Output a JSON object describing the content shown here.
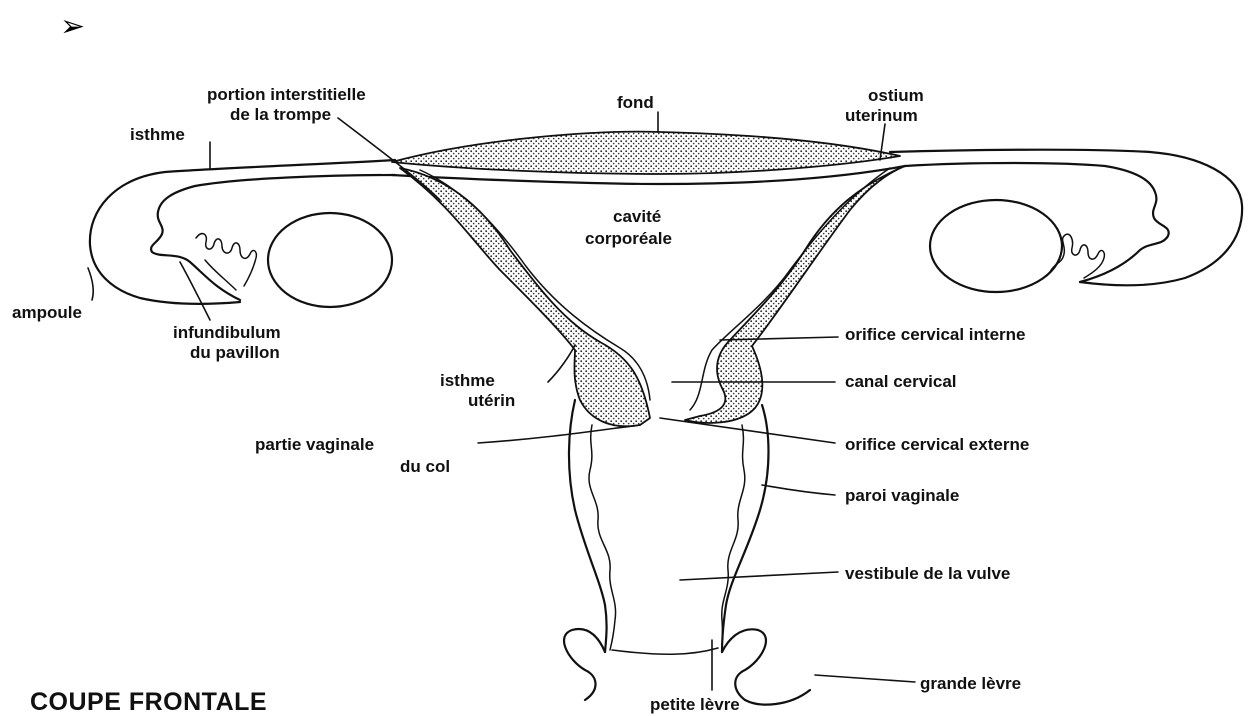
{
  "bullet": "➢",
  "title": "COUPE FRONTALE",
  "labels": {
    "portion_l1": "portion interstitielle",
    "portion_l2": "de la trompe",
    "fond": "fond",
    "ostium_l1": "ostium",
    "ostium_l2": "uterinum",
    "isthme": "isthme",
    "cavite_l1": "cavité",
    "cavite_l2": "corporéale",
    "ampoule": "ampoule",
    "infund_l1": "infundibulum",
    "infund_l2": "du pavillon",
    "orifice_interne": "orifice cervical interne",
    "isthme_ut_l1": "isthme",
    "isthme_ut_l2": "utérin",
    "canal": "canal cervical",
    "partie_l1": "partie vaginale",
    "partie_l2": "du col",
    "orifice_externe": "orifice cervical externe",
    "paroi": "paroi vaginale",
    "vestibule": "vestibule de la vulve",
    "grande": "grande lèvre",
    "petite": "petite lèvre"
  }
}
